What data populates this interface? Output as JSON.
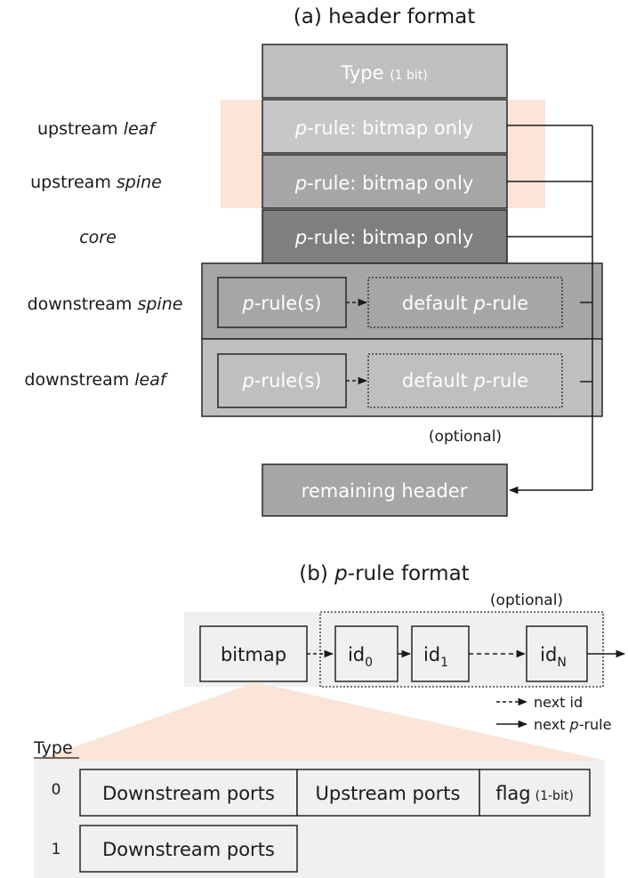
{
  "part_a": {
    "title": "(a) header format",
    "type_box": {
      "label": "Type",
      "note": "(1 bit)"
    },
    "rows": [
      {
        "label_prefix": "upstream ",
        "label_em": "leaf",
        "rule_em": "p",
        "rule_text": "-rule: bitmap only"
      },
      {
        "label_prefix": "upstream ",
        "label_em": "spine",
        "rule_em": "p",
        "rule_text": "-rule: bitmap only"
      },
      {
        "label_prefix": "",
        "label_em": "core",
        "rule_em": "p",
        "rule_text": "-rule: bitmap only"
      }
    ],
    "downstream_rows": [
      {
        "label_prefix": "downstream ",
        "label_em": "spine",
        "prules_em": "p",
        "prules_text": "-rule(s)",
        "default_prefix": "default ",
        "default_em": "p",
        "default_suffix": "-rule"
      },
      {
        "label_prefix": "downstream ",
        "label_em": "leaf",
        "prules_em": "p",
        "prules_text": "-rule(s)",
        "default_prefix": "default ",
        "default_em": "p",
        "default_suffix": "-rule"
      }
    ],
    "optional_label": "(optional)",
    "remaining_label": "remaining header",
    "colors": {
      "highlight": "#fce4d6"
    }
  },
  "part_b": {
    "title_prefix": "(b) ",
    "title_em": "p",
    "title_suffix": "-rule format",
    "optional_label": "(optional)",
    "bitmap_label": "bitmap",
    "ids": [
      {
        "base": "id",
        "sub": "0"
      },
      {
        "base": "id",
        "sub": "1"
      },
      {
        "base": "id",
        "sub": "N"
      }
    ],
    "legend": {
      "dashed": "next id",
      "solid_prefix": "next ",
      "solid_em": "p",
      "solid_suffix": "-rule"
    },
    "type_header": "Type",
    "type_rows": [
      {
        "value": "0",
        "fields": [
          "Downstream ports",
          "Upstream ports"
        ],
        "flag": "flag",
        "flag_note": "(1-bit)"
      },
      {
        "value": "1",
        "fields": [
          "Downstream ports"
        ]
      }
    ]
  }
}
